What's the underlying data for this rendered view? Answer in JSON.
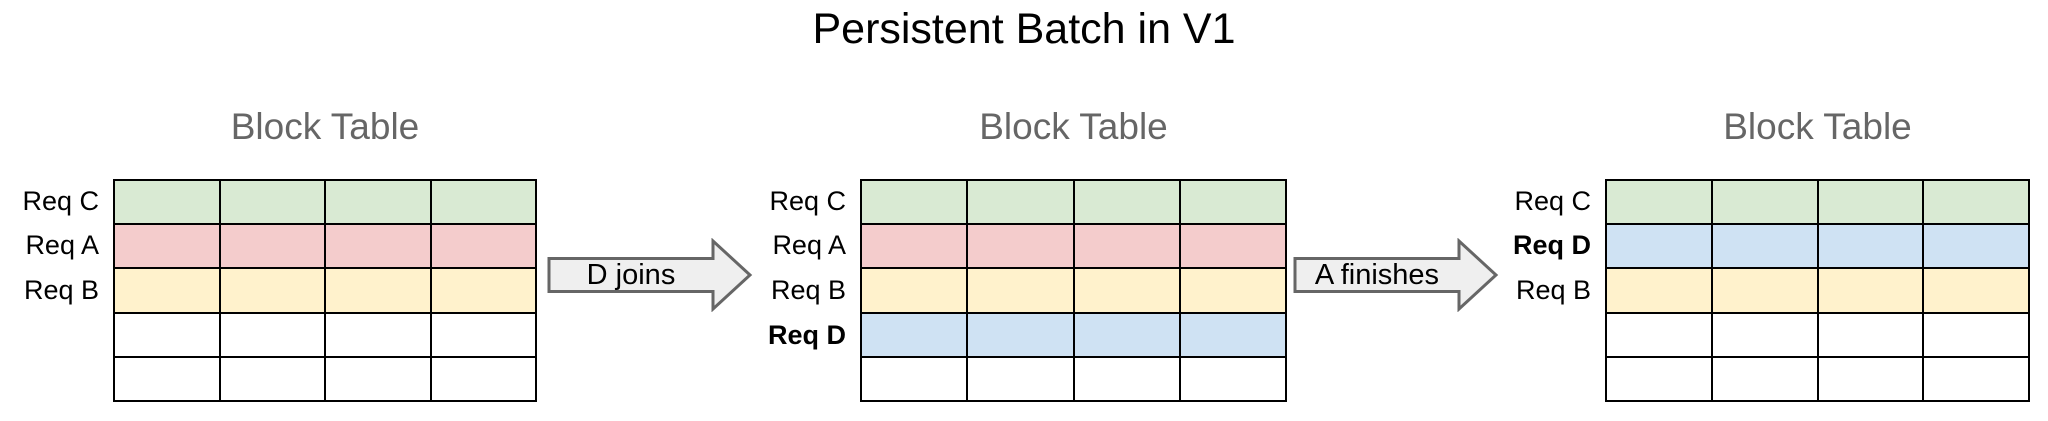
{
  "title": "Persistent Batch in V1",
  "palette": {
    "green": "#d9ead3",
    "red": "#f4cccc",
    "yellow": "#fff2cc",
    "blue": "#cfe2f3",
    "white": "#ffffff"
  },
  "colors": {
    "heading_gray": "#666666",
    "table_border": "#000000",
    "arrow_fill": "#efefef",
    "arrow_stroke": "#666666",
    "title_color": "#000000"
  },
  "grid": {
    "columns": 4,
    "rows": 5
  },
  "tables": [
    {
      "heading": "Block Table",
      "rows": [
        {
          "label": "Req C",
          "bold": false,
          "fill": "green"
        },
        {
          "label": "Req A",
          "bold": false,
          "fill": "red"
        },
        {
          "label": "Req B",
          "bold": false,
          "fill": "yellow"
        },
        {
          "label": "",
          "bold": false,
          "fill": "white"
        },
        {
          "label": "",
          "bold": false,
          "fill": "white"
        }
      ]
    },
    {
      "heading": "Block Table",
      "rows": [
        {
          "label": "Req C",
          "bold": false,
          "fill": "green"
        },
        {
          "label": "Req A",
          "bold": false,
          "fill": "red"
        },
        {
          "label": "Req B",
          "bold": false,
          "fill": "yellow"
        },
        {
          "label": "Req D",
          "bold": true,
          "fill": "blue"
        },
        {
          "label": "",
          "bold": false,
          "fill": "white"
        }
      ]
    },
    {
      "heading": "Block Table",
      "rows": [
        {
          "label": "Req C",
          "bold": false,
          "fill": "green"
        },
        {
          "label": "Req D",
          "bold": true,
          "fill": "blue"
        },
        {
          "label": "Req B",
          "bold": false,
          "fill": "yellow"
        },
        {
          "label": "",
          "bold": false,
          "fill": "white"
        },
        {
          "label": "",
          "bold": false,
          "fill": "white"
        }
      ]
    }
  ],
  "arrows": [
    {
      "label": "D joins"
    },
    {
      "label": "A finishes"
    }
  ]
}
